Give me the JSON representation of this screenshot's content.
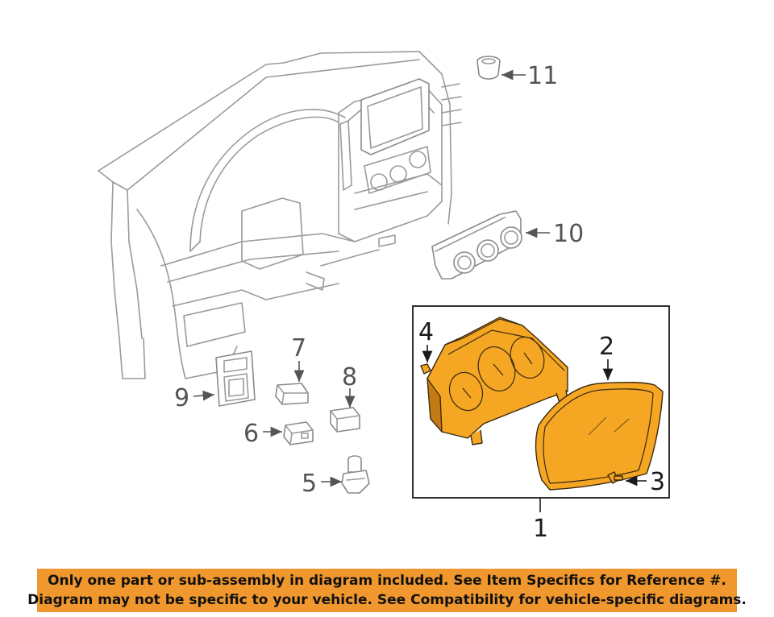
{
  "callouts": {
    "c1": "1",
    "c2": "2",
    "c3": "3",
    "c4": "4",
    "c5": "5",
    "c6": "6",
    "c7": "7",
    "c8": "8",
    "c9": "9",
    "c10": "10",
    "c11": "11"
  },
  "banner": {
    "line1": "Only one part or sub-assembly in diagram included. See Item Specifics for Reference #.",
    "line2": "Diagram may not be specific to your vehicle. See Compatibility for vehicle-specific diagrams."
  },
  "colors": {
    "highlight": "#f5a623",
    "banner": "#f0972e",
    "line_art": "#9a9a9a"
  }
}
